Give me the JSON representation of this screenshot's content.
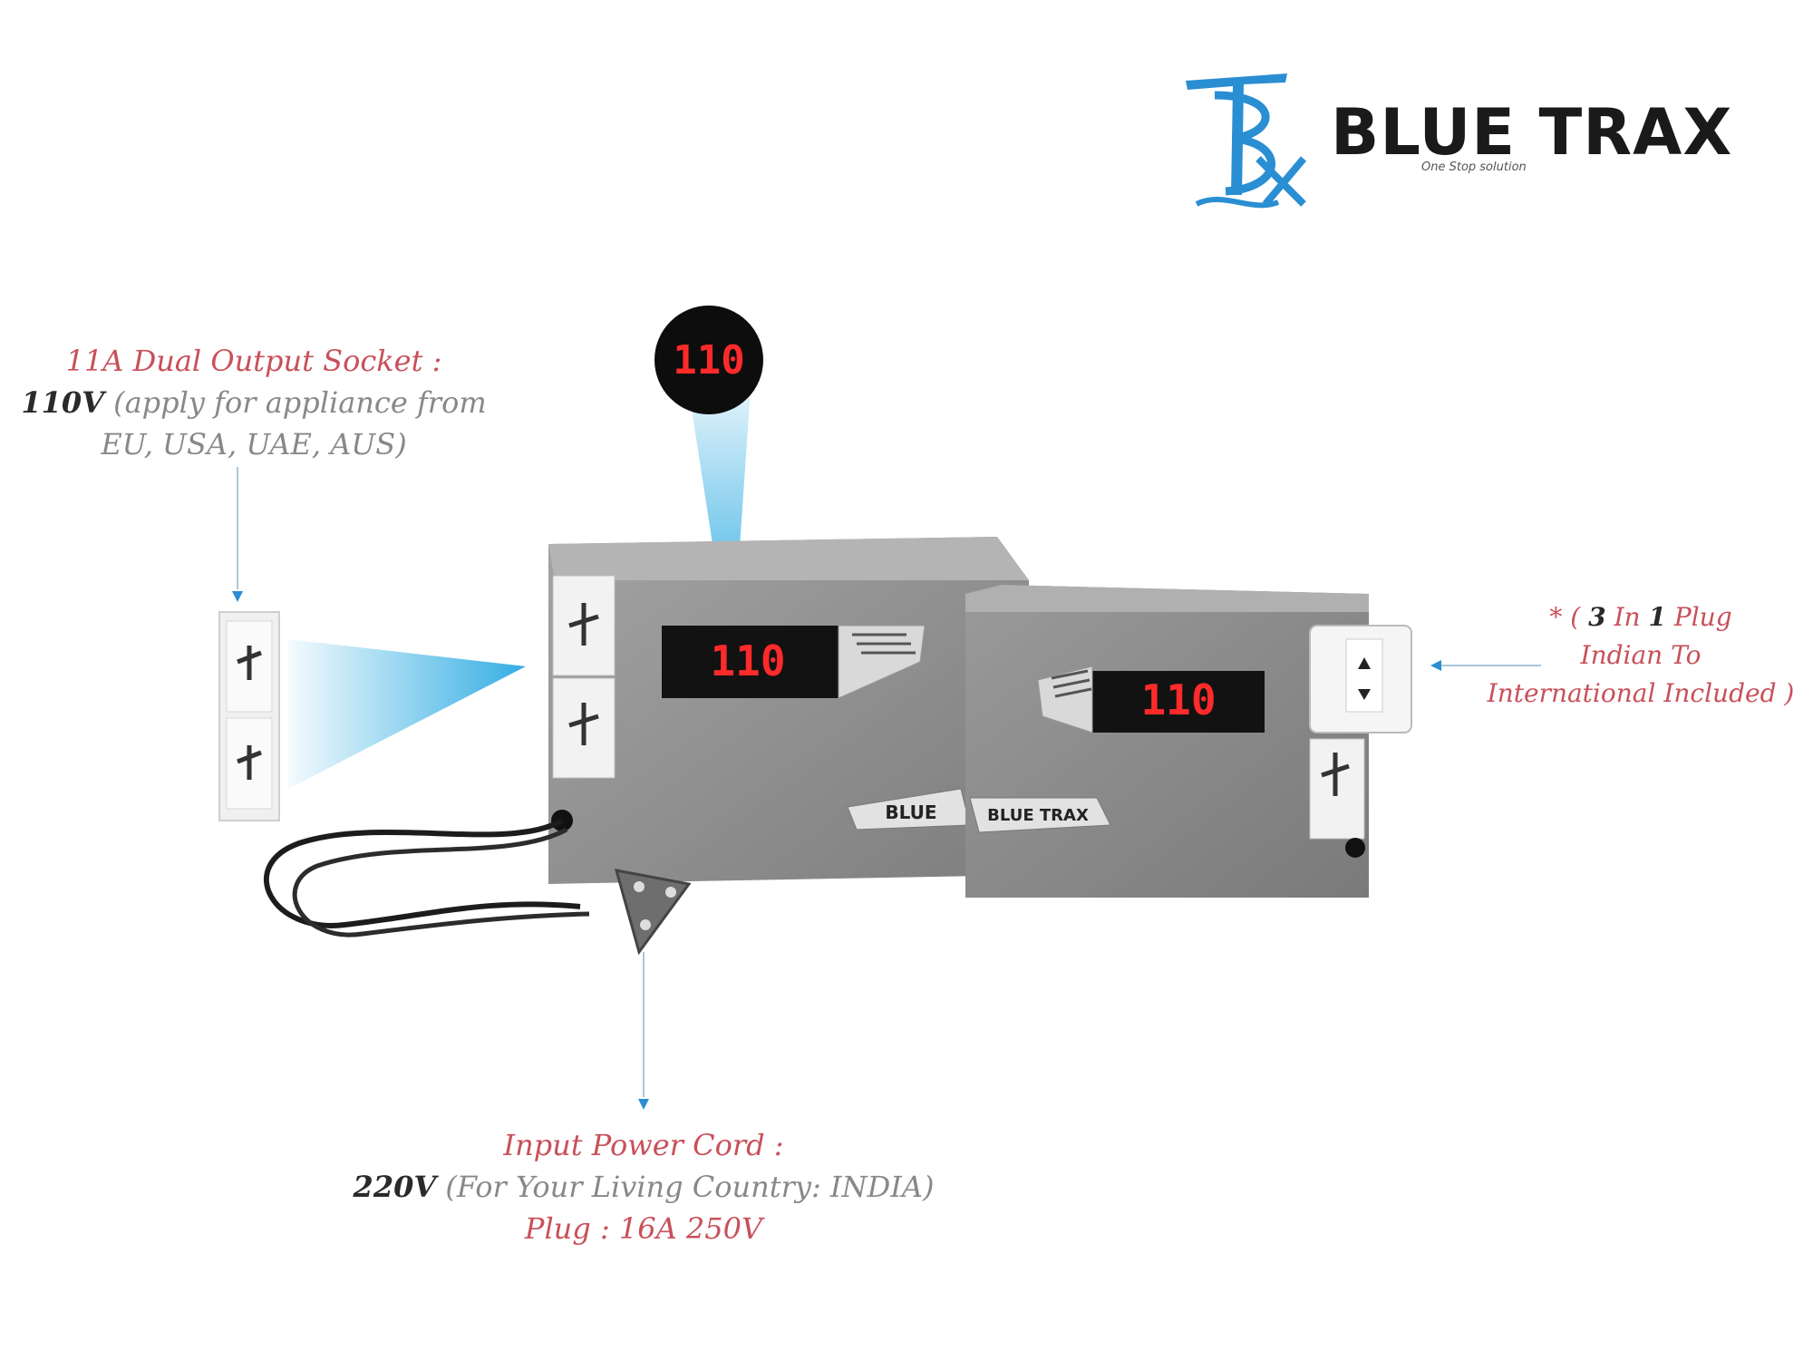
{
  "brand": {
    "name": "BLUE TRAX",
    "tagline": "One Stop solution",
    "logo_icon": "bt-monogram-icon",
    "colors": {
      "blue": "#2a8ed3",
      "dark": "#1a1a1a"
    }
  },
  "callouts": {
    "output_socket": {
      "line1": "11A Dual Output Socket :",
      "line2_bold": "110V",
      "line2_rest": "(apply for appliance from",
      "line3": "EU, USA, UAE, AUS)"
    },
    "plug_adapter": {
      "prefix": "* (",
      "num": "3",
      "mid": "In",
      "num2": "1",
      "suffix": "Plug",
      "line2": "Indian To",
      "line3": "International Included )"
    },
    "input_cord": {
      "line1": "Input Power Cord :",
      "line2_bold": "220V",
      "line2_rest": "(For Your Living Country: INDIA)",
      "line3": "Plug : 16A 250V"
    }
  },
  "displays": {
    "zoom_readout": "110",
    "left_unit_readout": "110",
    "right_unit_readout": "110"
  },
  "device_labels": {
    "left_badge": "BLUE",
    "right_badge": "BLUE TRAX"
  },
  "colors": {
    "accent_red": "#c8505a",
    "body_grey": "#8c8c8c",
    "display_red": "#ff2a2a",
    "beam_blue": "#29a9e1"
  }
}
